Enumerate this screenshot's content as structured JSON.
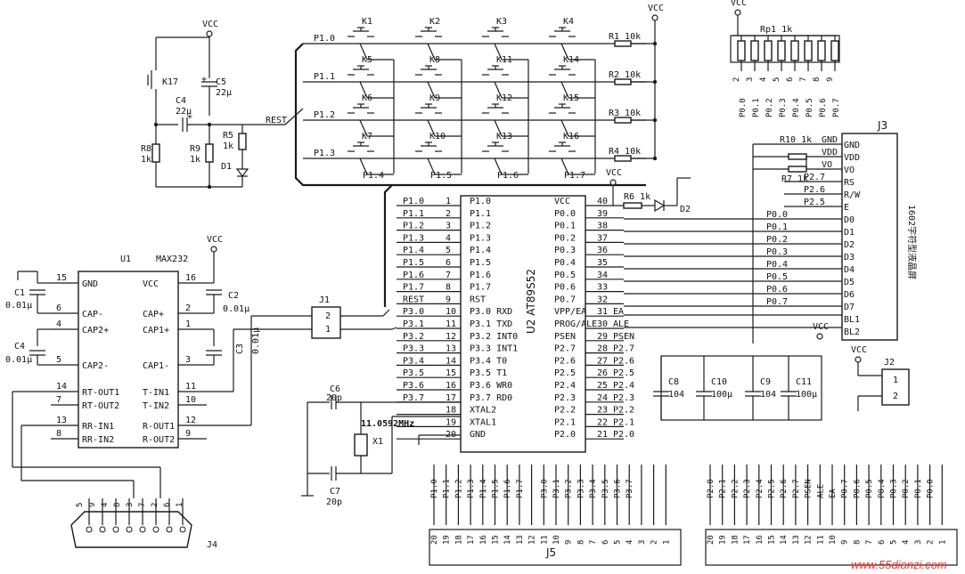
{
  "vcc": "VCC",
  "keys": {
    "rows": [
      "P1.0",
      "P1.1",
      "P1.2",
      "P1.3"
    ],
    "cols": [
      "P1.4",
      "P1.5",
      "P1.6",
      "P1.7"
    ],
    "names": [
      [
        "K1",
        "K2",
        "K3",
        "K4"
      ],
      [
        "K5",
        "K8",
        "K11",
        "K14"
      ],
      [
        "K6",
        "K9",
        "K12",
        "K15"
      ],
      [
        "K7",
        "K10",
        "K13",
        "K16"
      ]
    ],
    "pullups": [
      "R1 10k",
      "R2 10k",
      "R3 10k",
      "R4 10k"
    ]
  },
  "reset": {
    "k17": "K17",
    "c5": "C5",
    "c5v": "22μ",
    "c4": "C4",
    "c4v": "22μ",
    "r5": "R5",
    "r5v": "1k",
    "r8": "R8",
    "r8v": "1k",
    "r9": "R9",
    "r9v": "1k",
    "d1": "D1",
    "rest": "REST"
  },
  "rp1": {
    "label": "Rp1 1k",
    "pins": [
      "2",
      "3",
      "4",
      "5",
      "6",
      "7",
      "8",
      "9"
    ],
    "nets": [
      "P0.0",
      "P0.1",
      "P0.2",
      "P0.3",
      "P0.4",
      "P0.5",
      "P0.6",
      "P0.7"
    ]
  },
  "u2": {
    "title": "U2 AT89S52",
    "left_nets": [
      "P1.0",
      "P1.1",
      "P1.2",
      "P1.3",
      "P1.4",
      "P1.5",
      "P1.6",
      "P1.7",
      "REST",
      "P3.0",
      "P3.1",
      "P3.2",
      "P3.3",
      "P3.4",
      "P3.5",
      "P3.6",
      "P3.7",
      "",
      "",
      ""
    ],
    "left_pins": [
      "1",
      "2",
      "3",
      "4",
      "5",
      "6",
      "7",
      "8",
      "9",
      "10",
      "11",
      "12",
      "13",
      "14",
      "15",
      "16",
      "17",
      "18",
      "19",
      "20"
    ],
    "left_names": [
      "P1.0",
      "P1.1",
      "P1.2",
      "P1.3",
      "P1.4",
      "P1.5",
      "P1.6",
      "P1.7",
      "RST",
      "P3.0 RXD",
      "P3.1 TXD",
      "P3.2 INT0",
      "P3.3 INT1",
      "P3.4 T0",
      "P3.5 T1",
      "P3.6 WR0",
      "P3.7 RD0",
      "XTAL2",
      "XTAL1",
      "GND"
    ],
    "right_pins": [
      "40",
      "39",
      "38",
      "37",
      "36",
      "35",
      "34",
      "33",
      "32",
      "31",
      "30",
      "29",
      "28",
      "27",
      "26",
      "25",
      "24",
      "23",
      "22",
      "21"
    ],
    "right_names": [
      "VCC",
      "P0.0",
      "P0.1",
      "P0.2",
      "P0.3",
      "P0.4",
      "P0.5",
      "P0.6",
      "P0.7",
      "VPP/EA",
      "PROG/ALE",
      "PSEN",
      "P2.7",
      "P2.6",
      "P2.5",
      "P2.4",
      "P2.3",
      "P2.2",
      "P2.1",
      "P2.0"
    ],
    "right_nets": [
      "",
      "",
      "",
      "",
      "",
      "",
      "",
      "",
      "",
      "EA",
      "ALE",
      "PSEN",
      "P2.7",
      "P2.6",
      "P2.5",
      "P2.4",
      "P2.3",
      "P2.2",
      "P2.1",
      "P2.0"
    ],
    "r6": "R6 1k",
    "d2": "D2"
  },
  "lcd": {
    "label": "J3",
    "title": "1602字符型液晶屏",
    "pins": [
      "GND",
      "VDD",
      "VO",
      "RS",
      "R/W",
      "E",
      "D0",
      "D1",
      "D2",
      "D3",
      "D4",
      "D5",
      "D6",
      "D7",
      "BL1",
      "BL2"
    ],
    "nets": [
      "GND",
      "VDD",
      "VO",
      "P2.7",
      "P2.6",
      "P2.5",
      "P0.0",
      "P0.1",
      "P0.2",
      "P0.3",
      "P0.4",
      "P0.5",
      "P0.6",
      "P0.7",
      "",
      ""
    ],
    "r10": "R10 1k",
    "r7": "R7 1k"
  },
  "u1": {
    "label": "U1",
    "title": "MAX232",
    "left_pins": [
      "15",
      "6",
      "4",
      "5",
      "14",
      "7",
      "13",
      "8"
    ],
    "left_names": [
      "GND",
      "CAP-",
      "CAP2+",
      "CAP2-",
      "RT-OUT1",
      "RT-OUT2",
      "RR-IN1",
      "RR-IN2"
    ],
    "right_pins": [
      "16",
      "2",
      "1",
      "3",
      "11",
      "10",
      "12",
      "9"
    ],
    "right_names": [
      "VCC",
      "CAP+",
      "CAP1+",
      "CAP1-",
      "T-IN1",
      "T-IN2",
      "R-OUT1",
      "R-OUT2"
    ],
    "c1": "C1",
    "c1v": "0.01μ",
    "c4": "C4",
    "c4v": "0.01μ",
    "c2": "C2",
    "c2v": "0.01μ",
    "c3": "C3",
    "c3v": "0.01μ"
  },
  "j1": {
    "label": "J1",
    "pins": [
      "2",
      "1"
    ]
  },
  "crystal": {
    "c6": "C6",
    "c6v": "20p",
    "c7": "C7",
    "c7v": "20p",
    "x1": "X1",
    "freq": "11.0592MHz"
  },
  "power": {
    "c8": "C8",
    "c8v": "104",
    "c10": "C10",
    "c10v": "100μ",
    "c9": "C9",
    "c9v": "104",
    "c11": "C11",
    "c11v": "100μ"
  },
  "j2": {
    "label": "J2",
    "pins": [
      "1",
      "2"
    ]
  },
  "j4": {
    "label": "J4",
    "top": [
      "5",
      "9",
      "4",
      "8",
      "3",
      "7",
      "2",
      "6",
      "1"
    ]
  },
  "j5": {
    "label": "J5",
    "nets": [
      "P1.0",
      "P1.1",
      "P1.2",
      "P1.3",
      "P1.4",
      "P1.5",
      "P1.6",
      "P1.7",
      "",
      "P3.0",
      "P3.1",
      "P3.2",
      "P3.3",
      "P3.4",
      "P3.5",
      "P3.6",
      "P3.7",
      "",
      "",
      ""
    ],
    "nums": [
      "20",
      "19",
      "18",
      "17",
      "16",
      "15",
      "14",
      "13",
      "12",
      "11",
      "10",
      "9",
      "8",
      "7",
      "6",
      "5",
      "4",
      "3",
      "2",
      "1"
    ]
  },
  "j6": {
    "nets": [
      "P2.0",
      "P2.1",
      "P2.2",
      "P2.3",
      "P2.4",
      "P2.5",
      "P2.6",
      "P2.7",
      "PSEN",
      "ALE",
      "EA",
      "P0.7",
      "P0.6",
      "P0.5",
      "P0.4",
      "P0.3",
      "P0.2",
      "P0.1",
      "P0.0",
      ""
    ],
    "nums": [
      "20",
      "19",
      "18",
      "17",
      "16",
      "15",
      "14",
      "13",
      "12",
      "11",
      "10",
      "9",
      "8",
      "7",
      "6",
      "5",
      "4",
      "3",
      "2",
      "1"
    ]
  },
  "watermark": "www.55dianzi.com"
}
